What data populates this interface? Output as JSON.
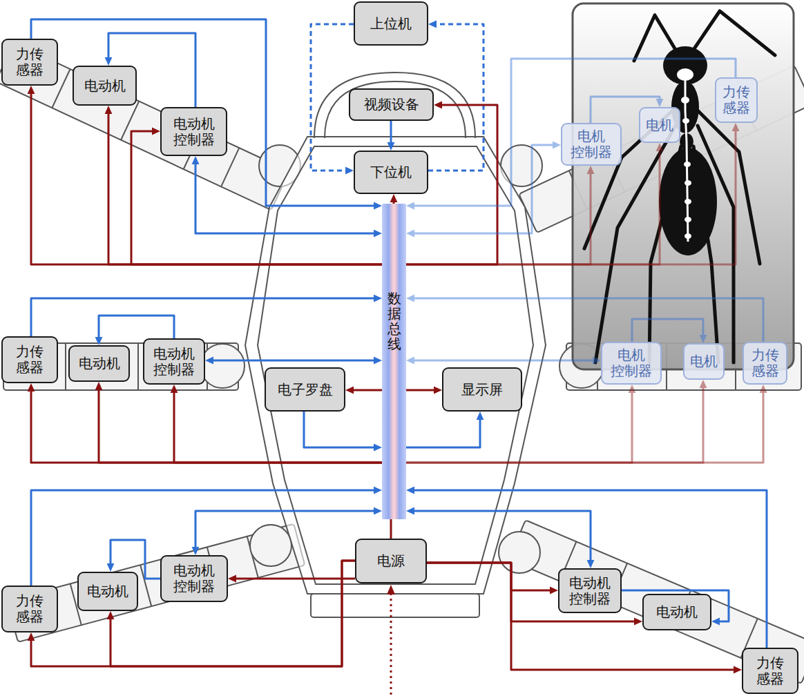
{
  "diagram": {
    "nodes": [
      {
        "text": [
          "上位机"
        ]
      },
      {
        "text": [
          "力传 感器"
        ]
      },
      {
        "text": [
          "电动机"
        ]
      },
      {
        "text": [
          "力传 感器"
        ]
      },
      {
        "text": [
          "视频设备"
        ]
      },
      {
        "text": [
          "电动机 控制器"
        ]
      },
      {
        "text": [
          "电机"
        ]
      },
      {
        "text": [
          "电机 控制器"
        ]
      },
      {
        "text": [
          "下位机"
        ]
      },
      {
        "text": [
          "数据总线"
        ]
      },
      {
        "text": [
          "力传 感器"
        ]
      },
      {
        "text": [
          "电动机"
        ]
      },
      {
        "text": [
          "电动机 控制器"
        ]
      },
      {
        "text": [
          "电机 控制器"
        ]
      },
      {
        "text": [
          "电机"
        ]
      },
      {
        "text": [
          "力传 感器"
        ]
      },
      {
        "text": [
          "电子罗盘"
        ]
      },
      {
        "text": [
          "显示屏"
        ]
      },
      {
        "text": [
          "电源"
        ]
      },
      {
        "text": [
          "电动机 控制器"
        ]
      },
      {
        "text": [
          "电动机 控制器"
        ]
      },
      {
        "text": [
          "电动机"
        ]
      },
      {
        "text": [
          "力传 感器"
        ]
      },
      {
        "text": [
          "电动机"
        ]
      },
      {
        "text": [
          "力传 感器"
        ]
      }
    ],
    "edges": [
      {
        "from": 0,
        "to": 8,
        "arrow": "to"
      },
      {
        "from": 8,
        "to": 0,
        "arrow": "to"
      },
      {
        "from": 4,
        "to": 8,
        "arrow": "to"
      },
      {
        "from": 9,
        "to": 4,
        "arrow": "to"
      },
      {
        "from": 1,
        "to": 9,
        "arrow": "to"
      },
      {
        "from": 5,
        "to": 2,
        "arrow": "to"
      },
      {
        "from": 9,
        "to": 5,
        "arrow": "both"
      },
      {
        "from": 9,
        "to": 1,
        "arrow": "to"
      },
      {
        "from": 9,
        "to": 2,
        "arrow": "to"
      },
      {
        "from": 9,
        "to": 5,
        "arrow": "to"
      },
      {
        "from": 3,
        "to": 9,
        "arrow": "to"
      },
      {
        "from": 7,
        "to": 6,
        "arrow": "to"
      },
      {
        "from": 9,
        "to": 7,
        "arrow": "both"
      },
      {
        "from": 9,
        "to": 7,
        "arrow": "to"
      },
      {
        "from": 9,
        "to": 6,
        "arrow": "to"
      },
      {
        "from": 9,
        "to": 3,
        "arrow": "to"
      },
      {
        "from": 10,
        "to": 9,
        "arrow": "to"
      },
      {
        "from": 12,
        "to": 11,
        "arrow": "to"
      },
      {
        "from": 9,
        "to": 12,
        "arrow": "both"
      },
      {
        "from": 9,
        "to": 10,
        "arrow": "to"
      },
      {
        "from": 9,
        "to": 11,
        "arrow": "to"
      },
      {
        "from": 9,
        "to": 12,
        "arrow": "to"
      },
      {
        "from": 15,
        "to": 9,
        "arrow": "to"
      },
      {
        "from": 13,
        "to": 14,
        "arrow": "to"
      },
      {
        "from": 9,
        "to": 13,
        "arrow": "both"
      },
      {
        "from": 9,
        "to": 13,
        "arrow": "to"
      },
      {
        "from": 9,
        "to": 14,
        "arrow": "to"
      },
      {
        "from": 9,
        "to": 15,
        "arrow": "to"
      },
      {
        "from": 16,
        "to": 17,
        "arrow": "both"
      },
      {
        "from": 16,
        "to": 9,
        "arrow": "to"
      },
      {
        "from": 9,
        "to": 17,
        "arrow": "to"
      },
      {
        "from": 18,
        "to": 9,
        "arrow": "none"
      },
      {
        "from": 9,
        "to": 8,
        "arrow": "to"
      },
      {
        "from": 22,
        "to": 9,
        "arrow": "to"
      },
      {
        "from": 9,
        "to": 19,
        "arrow": "both"
      },
      {
        "from": 19,
        "to": 21,
        "arrow": "to"
      },
      {
        "from": 18,
        "to": 19,
        "arrow": "to"
      },
      {
        "from": 18,
        "to": 21,
        "arrow": "to"
      },
      {
        "from": 18,
        "to": 22,
        "arrow": "to"
      },
      {
        "from": 24,
        "to": 9,
        "arrow": "to"
      },
      {
        "from": 9,
        "to": 20,
        "arrow": "both"
      },
      {
        "from": 20,
        "to": 23,
        "arrow": "to"
      },
      {
        "from": 18,
        "to": 20,
        "arrow": "to"
      },
      {
        "from": 18,
        "to": 23,
        "arrow": "to"
      },
      {
        "from": 18,
        "to": 24,
        "arrow": "to"
      }
    ]
  }
}
